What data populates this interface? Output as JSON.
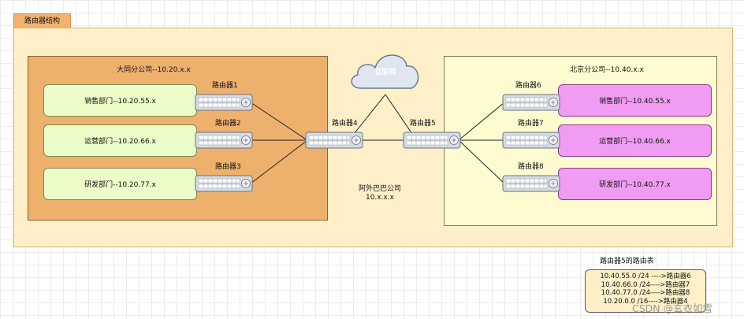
{
  "tab_title": "路由器结构",
  "regions": {
    "datong": "大同分公司--10.20.x.x",
    "beijing": "北京分公司--10.40.x.x"
  },
  "cloud_label": "互联网",
  "company": {
    "name": "阿外巴巴公司",
    "subnet": "10.x.x.x"
  },
  "routers": {
    "r1": "路由器1",
    "r2": "路由器2",
    "r3": "路由器3",
    "r4": "路由器4",
    "r5": "路由器5",
    "r6": "路由器6",
    "r7": "路由器7",
    "r8": "路由器8"
  },
  "departments": {
    "d1": "销售部门--10.20.55.x",
    "d2": "运营部门--10.20.66.x",
    "d3": "研发部门--10.20.77.x",
    "d4": "销售部门--10.40.55.x",
    "d5": "运营部门--10.40.66.x",
    "d6": "研发部门--10.40.77.x"
  },
  "route_table": {
    "title": "路由器5的路由表",
    "rows": [
      "10.40.55.0 /24 ---->路由器6",
      "10.40.66.0 /24---->路由器7",
      "10.40.77.0 /24---->路由器8",
      "10.20.0.0 /16---->路由器4"
    ]
  },
  "watermark": "CSDN @玄衣如雪",
  "colors": {
    "outer_fill": "#fdf0c8",
    "datong_fill": "#eeb06d",
    "beijing_fill": "#fffbd0",
    "dept_green": "#ebfcc8",
    "dept_pink": "#f19cf3",
    "router_fill": "#d6dbe3",
    "cloud_fill": "#dfe6ef"
  }
}
